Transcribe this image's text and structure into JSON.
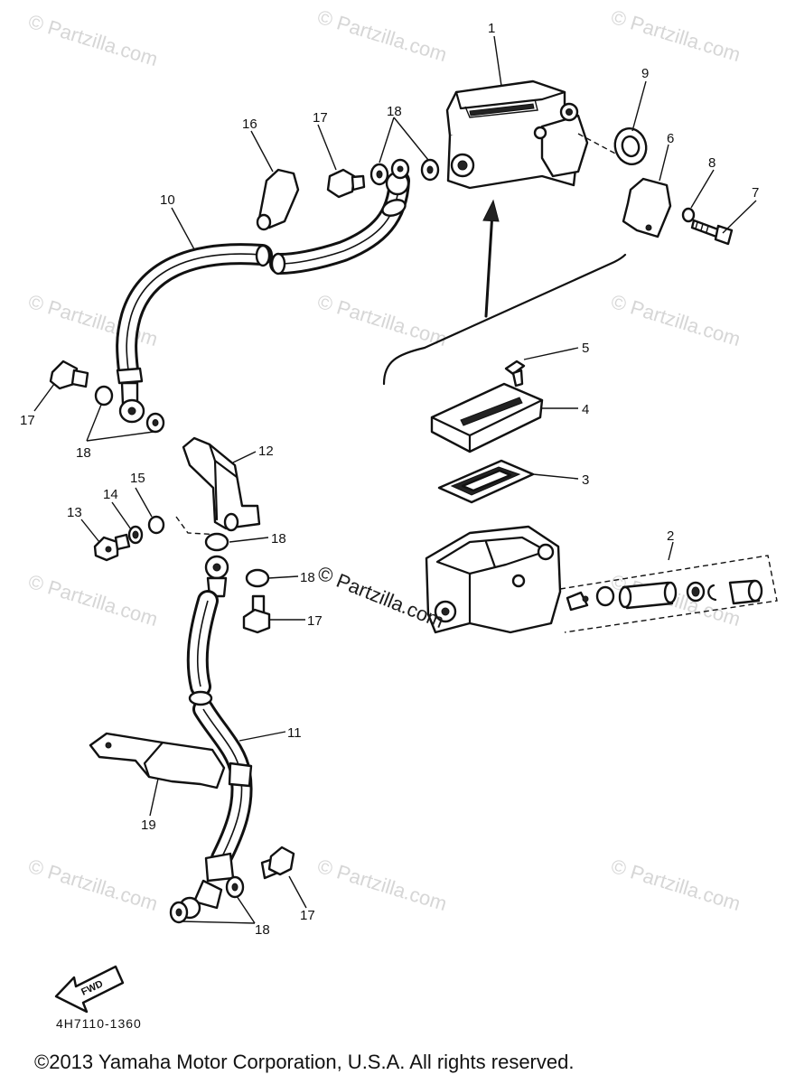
{
  "watermark": {
    "text": "© Partzilla.com",
    "center_text": "© Partzilla.com"
  },
  "callouts": {
    "c1": "1",
    "c2": "2",
    "c3": "3",
    "c4": "4",
    "c5": "5",
    "c6": "6",
    "c7": "7",
    "c8": "8",
    "c9": "9",
    "c10": "10",
    "c11": "11",
    "c12": "12",
    "c13": "13",
    "c14": "14",
    "c15": "15",
    "c16": "16",
    "c17_top": "17",
    "c18_top": "18",
    "c17_left": "17",
    "c18_left": "18",
    "c18_mid_a": "18",
    "c18_mid_b": "18",
    "c17_mid": "17",
    "c19": "19",
    "c17_bottom": "17",
    "c18_bottom": "18"
  },
  "fwd_label": "FWD",
  "diagram_code": "4H7110-1360",
  "copyright": "©2013 Yamaha Motor Corporation, U.S.A. All rights reserved."
}
